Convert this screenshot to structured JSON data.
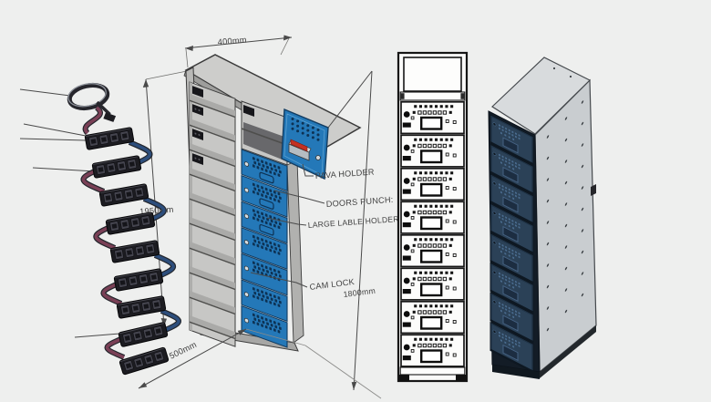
{
  "scene": {
    "background": "#eeefee",
    "annotation_color": "#414141"
  },
  "sketch": {
    "dim_width": "400mm",
    "dim_height": "1950mm",
    "dim_depth": "500mm",
    "dim_door_stack": "1800mm",
    "label_pava": "PAVA HOLDER",
    "label_doors_punch": "DOORS PUNCH:",
    "label_large_lable": "LARGE LABLE HOLDER",
    "label_cam_lock": "CAM LOCK",
    "door_count": 7,
    "shelf_count": 10,
    "door_color": "#2478b8"
  },
  "front_view": {
    "door_count": 8
  },
  "render": {
    "door_count": 8,
    "door_color": "#2b4157",
    "body_color": "#c9cdd0",
    "roof_color": "#d8dbdd"
  },
  "power_chain": {
    "strip_count": 9,
    "strip_color": "#1c1c21",
    "cable_color_a": "#7a4056",
    "cable_color_b": "#2d4e7c"
  }
}
